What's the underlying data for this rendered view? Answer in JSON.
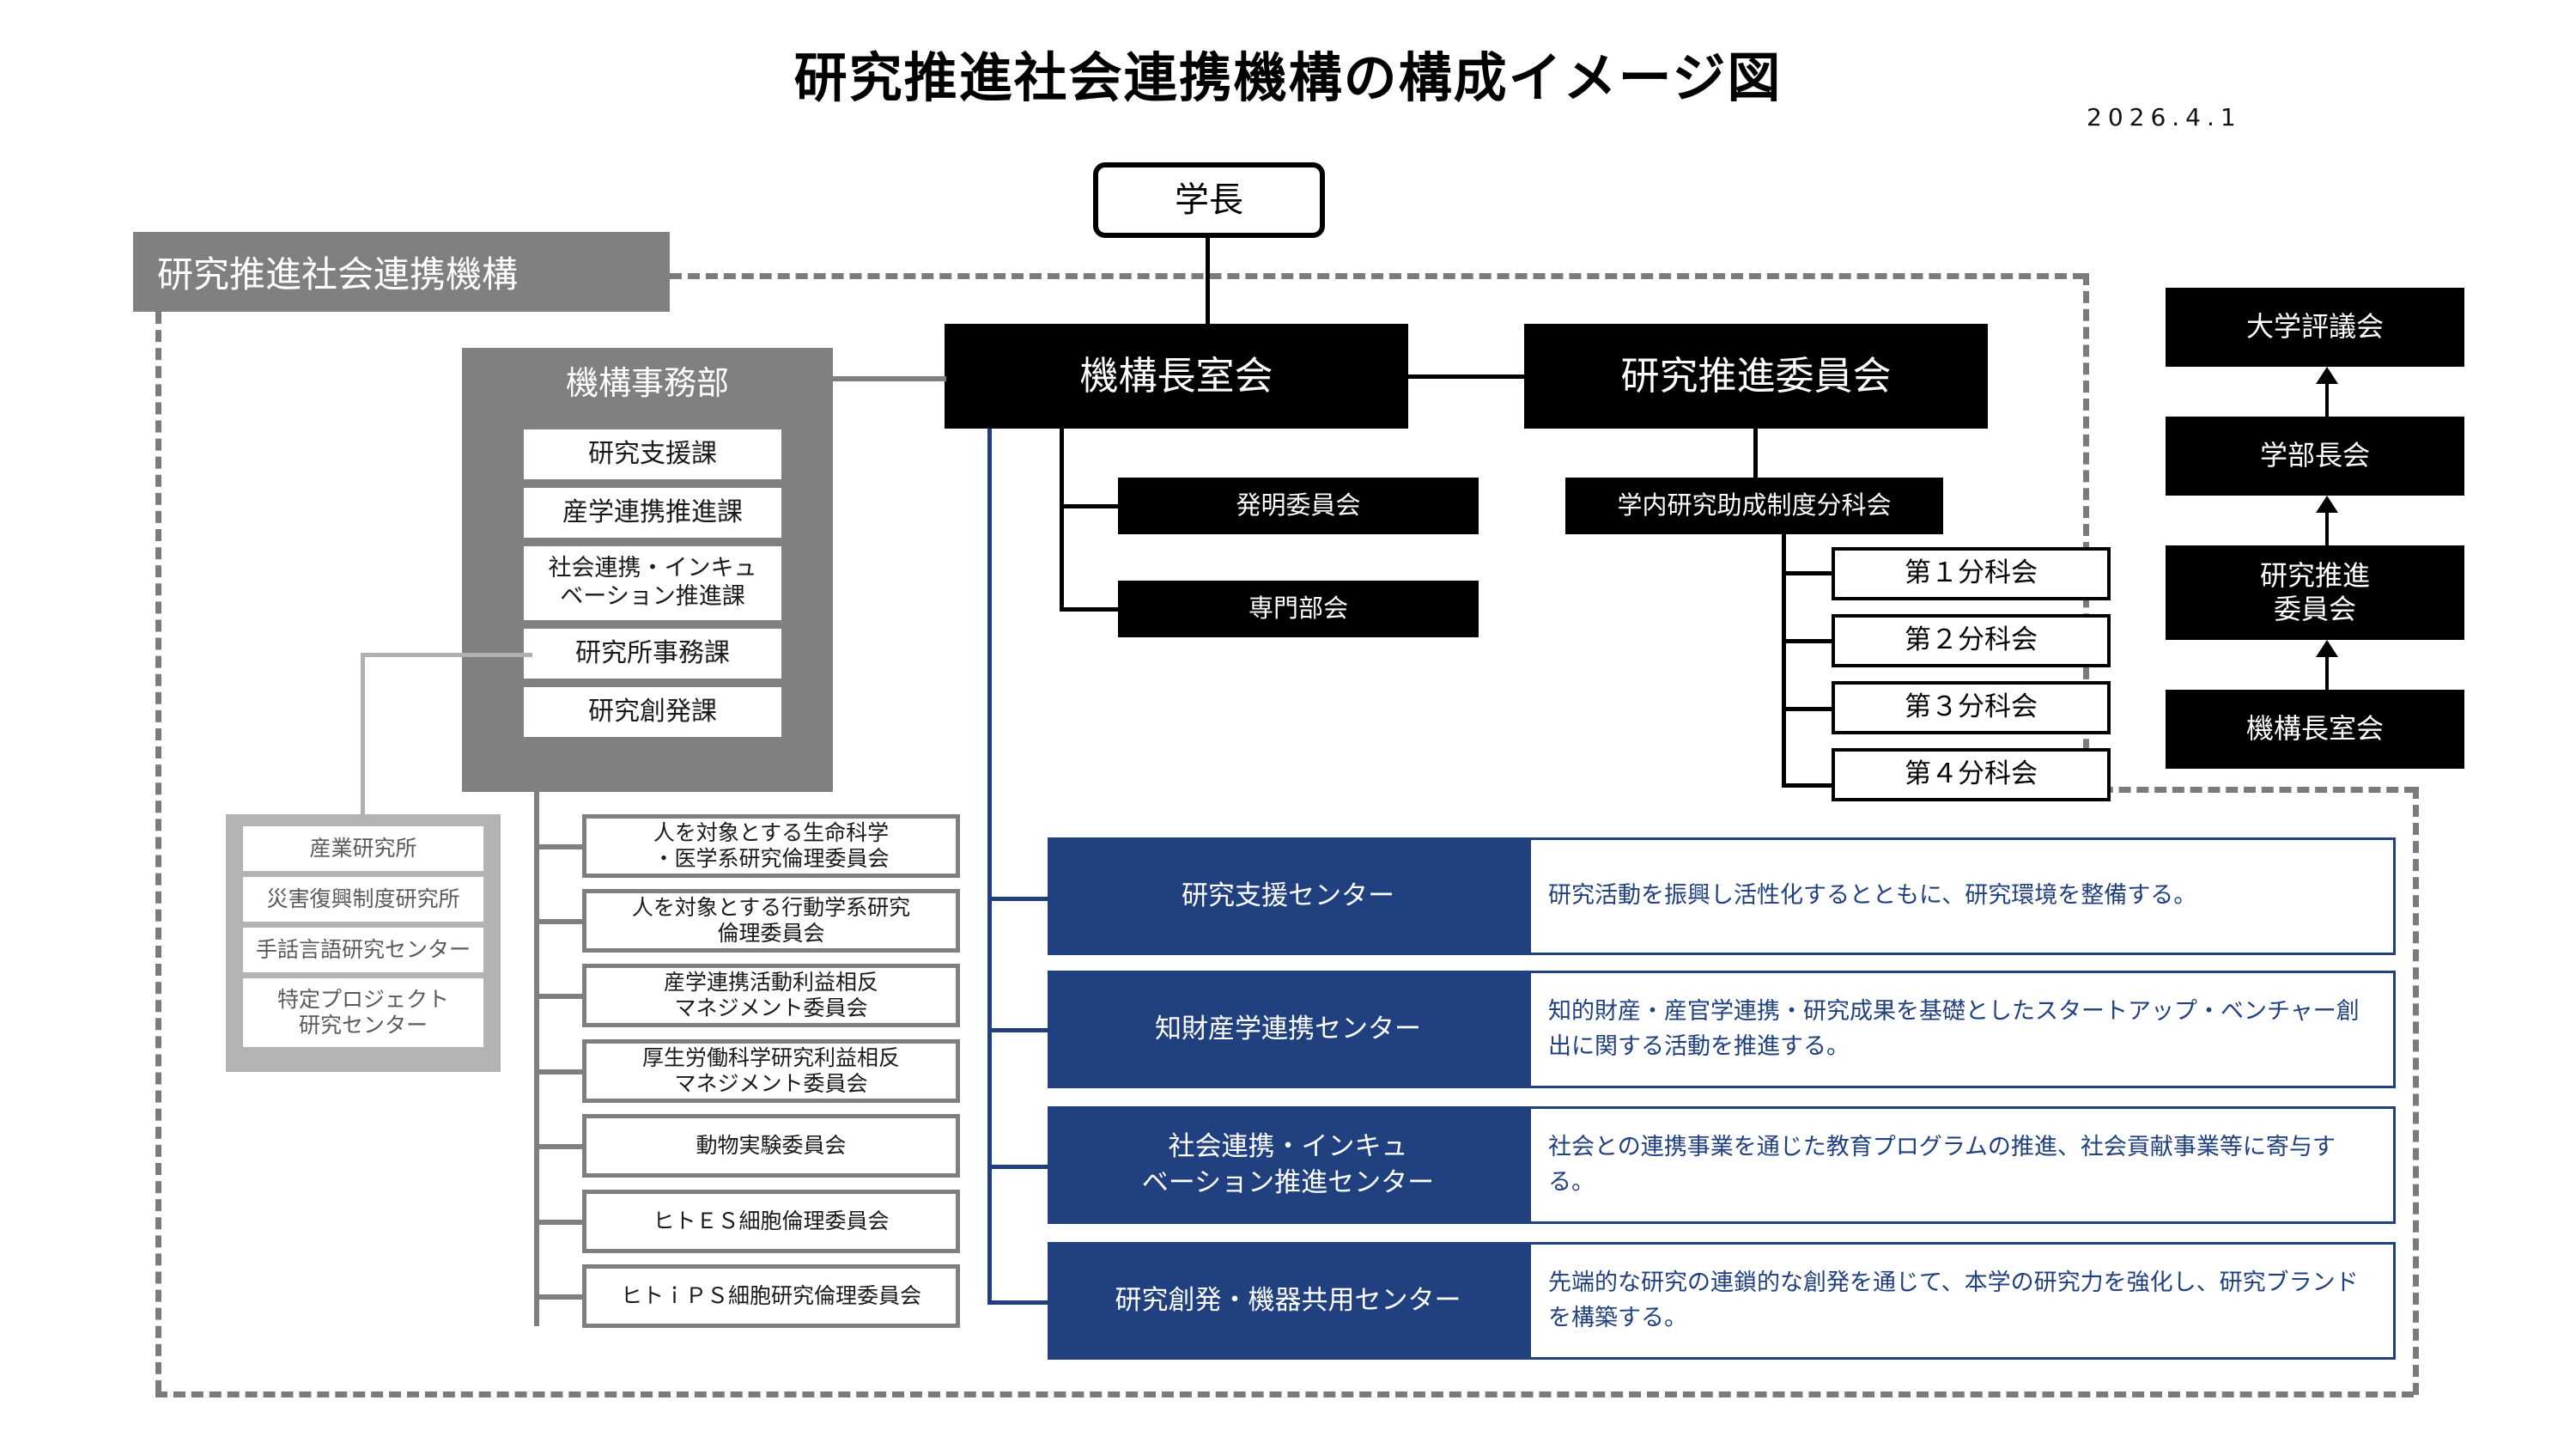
{
  "header": {
    "title": "研究推進社会連携機構の構成イメージ図",
    "date": "2026.4.1"
  },
  "org_boundary_label": "研究推進社会連携機構",
  "president": "学長",
  "top_nodes": {
    "organization_head_office": "機構長室会",
    "research_promotion_committee": "研究推進委員会",
    "invention_committee": "発明委員会",
    "specialist_subcommittee": "専門部会",
    "internal_grant_subcommittee": "学内研究助成制度分科会"
  },
  "subcommittees": [
    "第１分科会",
    "第２分科会",
    "第３分科会",
    "第４分科会"
  ],
  "admin_department": {
    "title": "機構事務部",
    "divisions": [
      "研究支援課",
      "産学連携推進課",
      "社会連携・インキュ\nベーション推進課",
      "研究所事務課",
      "研究創発課"
    ]
  },
  "institutes": [
    "産業研究所",
    "災害復興制度研究所",
    "手話言語研究センター",
    "特定プロジェクト\n研究センター"
  ],
  "committees": [
    "人を対象とする生命科学\n・医学系研究倫理委員会",
    "人を対象とする行動学系研究\n倫理委員会",
    "産学連携活動利益相反\nマネジメント委員会",
    "厚生労働科学研究利益相反\nマネジメント委員会",
    "動物実験委員会",
    "ヒトＥＳ細胞倫理委員会",
    "ヒトｉＰＳ細胞研究倫理委員会"
  ],
  "centers": [
    {
      "name": "研究支援センター",
      "description": "研究活動を振興し活性化するとともに、研究環境を整備する。"
    },
    {
      "name": "知財産学連携センター",
      "description": "知的財産・産官学連携・研究成果を基礎としたスタートアップ・ベンチャー創出に関する活動を推進する。"
    },
    {
      "name": "社会連携・インキュ\nベーション推進センター",
      "description": "社会との連携事業を通じた教育プログラムの推進、社会貢献事業等に寄与する。"
    },
    {
      "name": "研究創発・機器共用センター",
      "description": "先端的な研究の連鎖的な創発を通じて、本学の研究力を強化し、研究ブランドを構築する。"
    }
  ],
  "escalation_chain": [
    "大学評議会",
    "学部長会",
    "研究推進\n委員会",
    "機構長室会"
  ],
  "colors": {
    "accent_blue": "#20407f",
    "panel_gray": "#808080",
    "panel_gray_light": "#b3b3b3",
    "dash_gray": "#7b7b7b",
    "black": "#000000"
  }
}
